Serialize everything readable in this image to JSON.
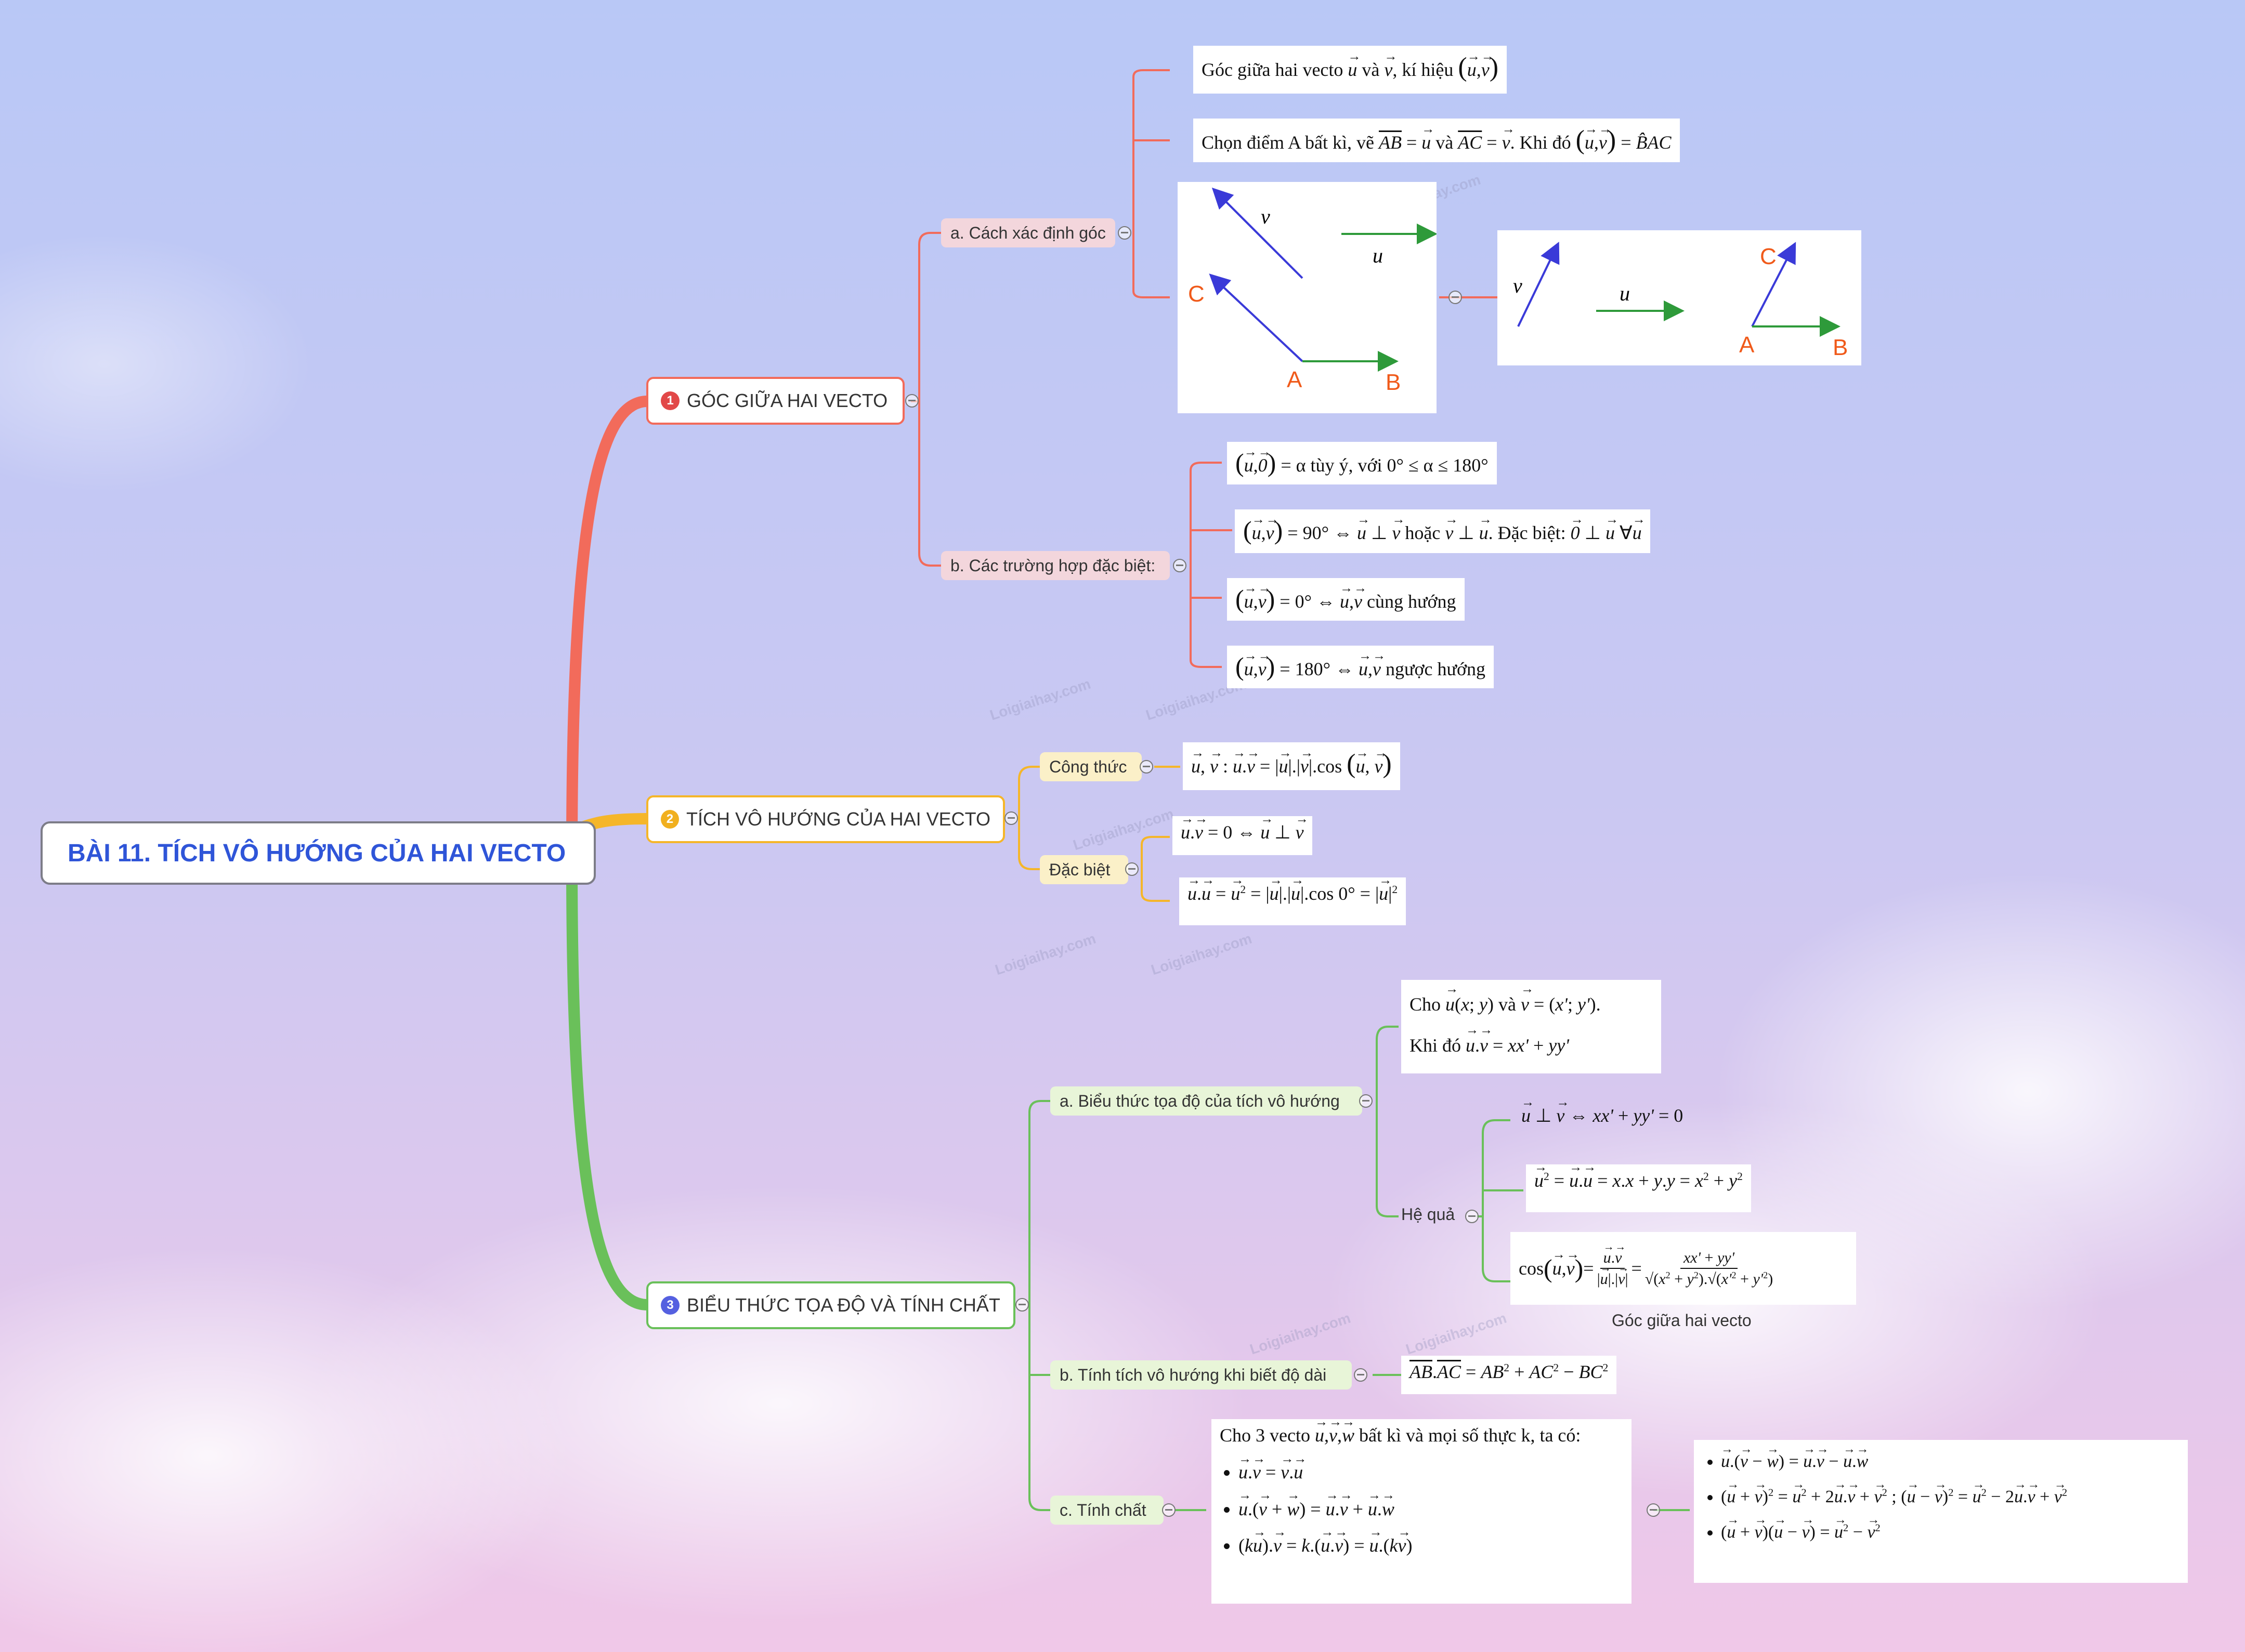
{
  "colors": {
    "red": "#f26b5b",
    "orange": "#f5b62a",
    "green": "#6ac05a",
    "root_text": "#2f55d8"
  },
  "root": {
    "title": "BÀI 11. TÍCH VÔ HƯỚNG CỦA HAI VECTO"
  },
  "topics": [
    {
      "num": "1",
      "label": "GÓC GIỮA HAI VECTO",
      "color": "#e24848"
    },
    {
      "num": "2",
      "label": "TÍCH VÔ HƯỚNG CỦA HAI VECTO",
      "color": "#f1b01f"
    },
    {
      "num": "3",
      "label": "BIỂU THỨC TỌA ĐỘ VÀ TÍNH CHẤT",
      "color": "#5560e0"
    }
  ],
  "t1": {
    "a_label": "a. Cách xác định góc",
    "a_text1": "Góc giữa hai vecto",
    "a_text1b": "và",
    "a_text1c": ", kí hiệu",
    "a_text2": "Chọn điểm A bất kì, vẽ",
    "a_text2b": "và",
    "a_text2c": ". Khi đó",
    "diagram_labels": {
      "C": "C",
      "A": "A",
      "B": "B",
      "u": "u",
      "v": "v"
    },
    "b_label": "b. Các trường hợp đặc biệt:",
    "b1": "= α tùy ý, với 0° ≤ α ≤ 180°",
    "b2a": "= 90° ⇔",
    "b2b": "hoặc",
    "b2c": ". Đặc biệt:",
    "b3": "= 0° ⇔",
    "b3b": "cùng hướng",
    "b4": "= 180° ⇔",
    "b4b": "ngược hướng"
  },
  "t2": {
    "cong_thuc": "Công thức",
    "dac_biet": "Đặc biệt"
  },
  "t3": {
    "a_label": "a. Biểu thức tọa độ của tích vô hướng",
    "cho": "Cho",
    "va": "và",
    "khi_do": "Khi đó",
    "he_qua": "Hệ quả",
    "goc_caption": "Góc giữa hai vecto",
    "b_label": "b. Tính tích vô hướng khi biết độ dài",
    "c_label": "c. Tính chất",
    "c_intro": "Cho 3 vecto",
    "c_intro2": "bất kì và mọi số thực k, ta có:"
  },
  "watermark": "Loigiaihay.com"
}
